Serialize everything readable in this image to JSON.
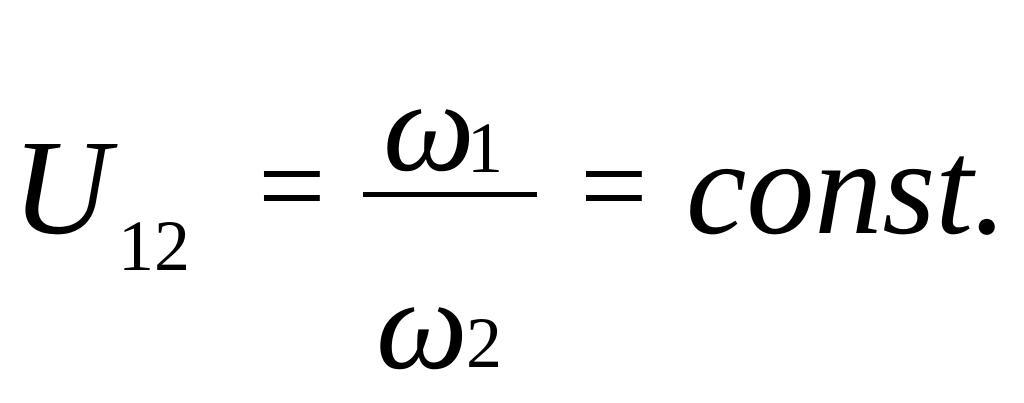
{
  "formula": {
    "lhs_symbol": "U",
    "lhs_subscript": "12",
    "equals_1": "=",
    "numerator_symbol": "ω",
    "numerator_subscript": "1",
    "denominator_symbol": "ω",
    "denominator_subscript": "2",
    "equals_2": "=",
    "rhs": "const."
  }
}
